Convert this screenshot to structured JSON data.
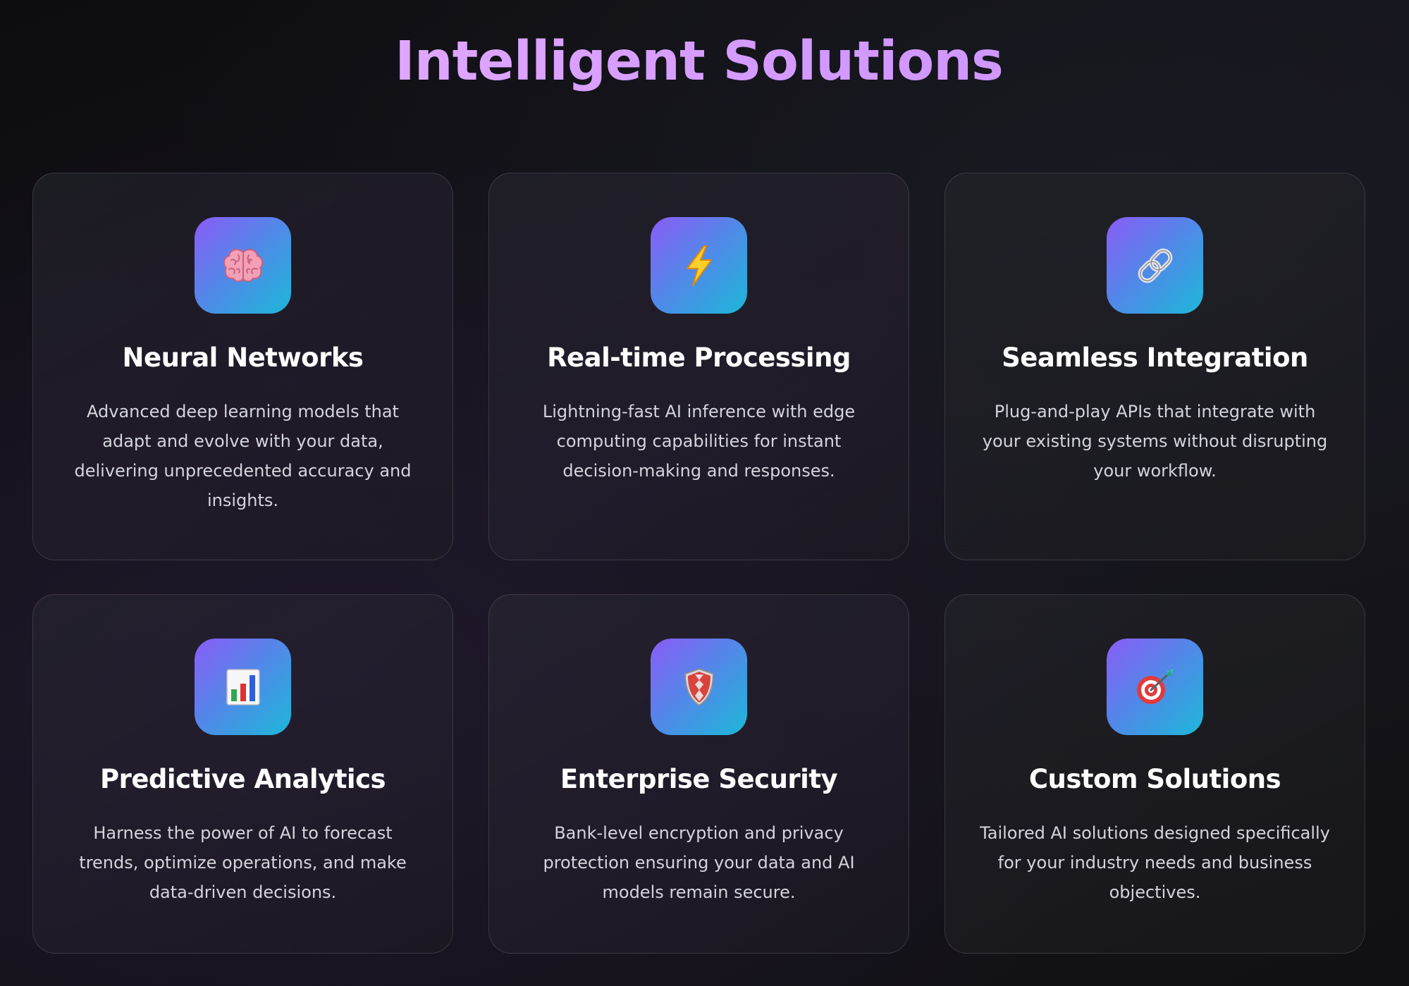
{
  "page": {
    "title": "Intelligent Solutions"
  },
  "colors": {
    "title_gradient_start": "#ecb4ff",
    "title_gradient_end": "#c892ff",
    "icon_gradient_start": "#8a5cf6",
    "icon_gradient_end": "#1cb8d8",
    "card_border": "rgba(255,255,255,0.13)",
    "description_text": "#d4d4dc"
  },
  "cards": [
    {
      "icon": "brain-icon",
      "title": "Neural Networks",
      "description": "Advanced deep learning models that adapt and evolve with your data, delivering unprecedented accuracy and insights."
    },
    {
      "icon": "lightning-icon",
      "title": "Real-time Processing",
      "description": "Lightning-fast AI inference with edge computing capabilities for instant decision-making and responses."
    },
    {
      "icon": "link-icon",
      "title": "Seamless Integration",
      "description": "Plug-and-play APIs that integrate with your existing systems without disrupting your workflow."
    },
    {
      "icon": "bar-chart-icon",
      "title": "Predictive Analytics",
      "description": "Harness the power of AI to forecast trends, optimize operations, and make data-driven decisions."
    },
    {
      "icon": "shield-icon",
      "title": "Enterprise Security",
      "description": "Bank-level encryption and privacy protection ensuring your data and AI models remain secure."
    },
    {
      "icon": "target-icon",
      "title": "Custom Solutions",
      "description": "Tailored AI solutions designed specifically for your industry needs and business objectives."
    }
  ]
}
